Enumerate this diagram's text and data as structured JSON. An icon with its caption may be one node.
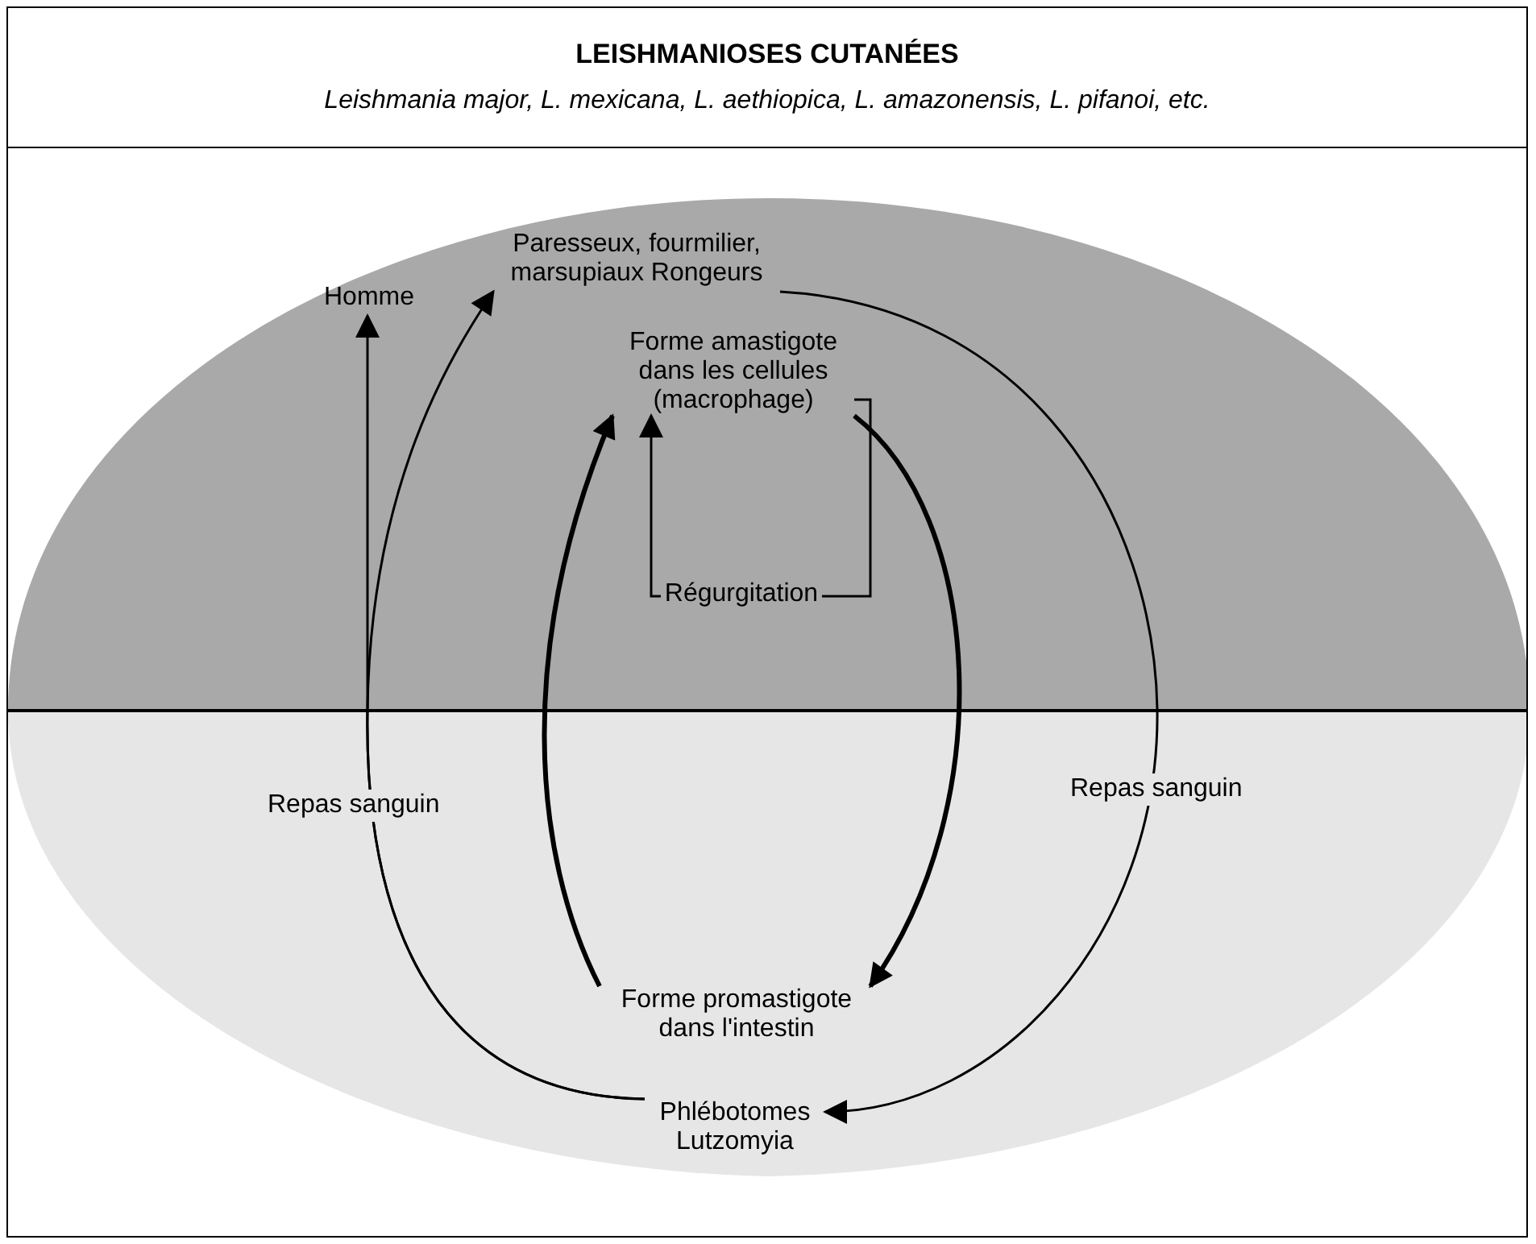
{
  "diagram": {
    "nodes": [
      {
        "text": [
          "LEISHMANIOSES CUTANÉES",
          "Leishmania major, L. mexicana, L. aethiopica, L. amazonensis, L. pifanoi, etc."
        ]
      },
      {
        "text": [
          "Homme"
        ]
      },
      {
        "text": [
          "Paresseux, fourmilier, marsupiaux Rongeurs"
        ]
      },
      {
        "text": [
          "Forme amastigote dans les cellules (macrophage)"
        ]
      },
      {
        "text": [
          "Régurgitation"
        ]
      },
      {
        "text": [
          "Forme promastigote dans l'intestin"
        ]
      },
      {
        "text": [
          "Phlébotomes Lutzomyia"
        ]
      }
    ],
    "edges": [
      {
        "from": 6,
        "to": 2,
        "arrow": "to",
        "label": "Repas sanguin"
      },
      {
        "from": 6,
        "to": 1,
        "arrow": "to"
      },
      {
        "from": 2,
        "to": 6,
        "arrow": "to",
        "label": "Repas sanguin"
      },
      {
        "from": 3,
        "to": 5,
        "arrow": "to",
        "style": "thick"
      },
      {
        "from": 5,
        "to": 3,
        "arrow": "to",
        "style": "thick"
      },
      {
        "from": 3,
        "to": 4,
        "arrow": "none"
      },
      {
        "from": 4,
        "to": 3,
        "arrow": "to"
      }
    ]
  }
}
